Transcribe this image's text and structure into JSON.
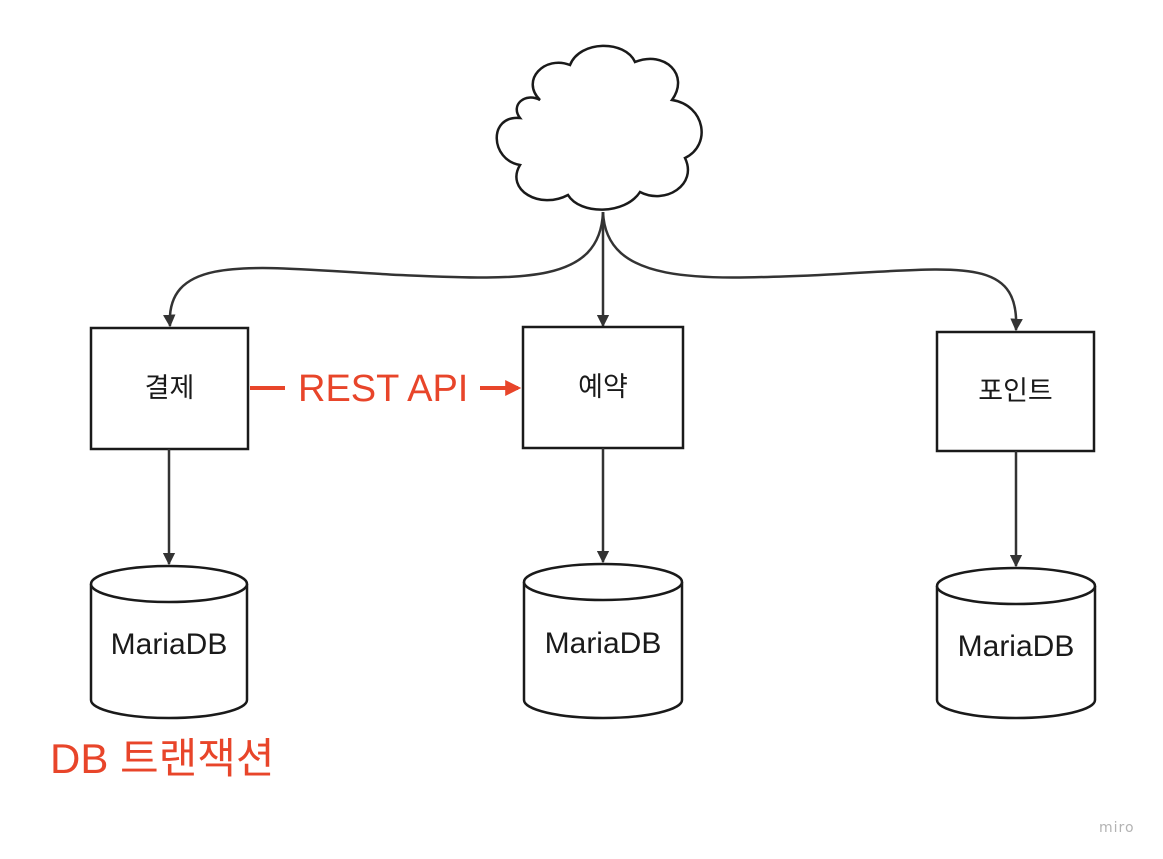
{
  "nodes": {
    "payment": "결제",
    "reservation": "예약",
    "point": "포인트"
  },
  "databases": {
    "payment_db": "MariaDB",
    "reservation_db": "MariaDB",
    "point_db": "MariaDB"
  },
  "annotations": {
    "rest_api": "REST API",
    "db_transaction": "DB 트랜잭션"
  },
  "colors": {
    "accent": "#e8452a",
    "stroke": "#1a1a1a"
  },
  "icons": {
    "cloud": "cloud-icon"
  },
  "watermark": "miro"
}
